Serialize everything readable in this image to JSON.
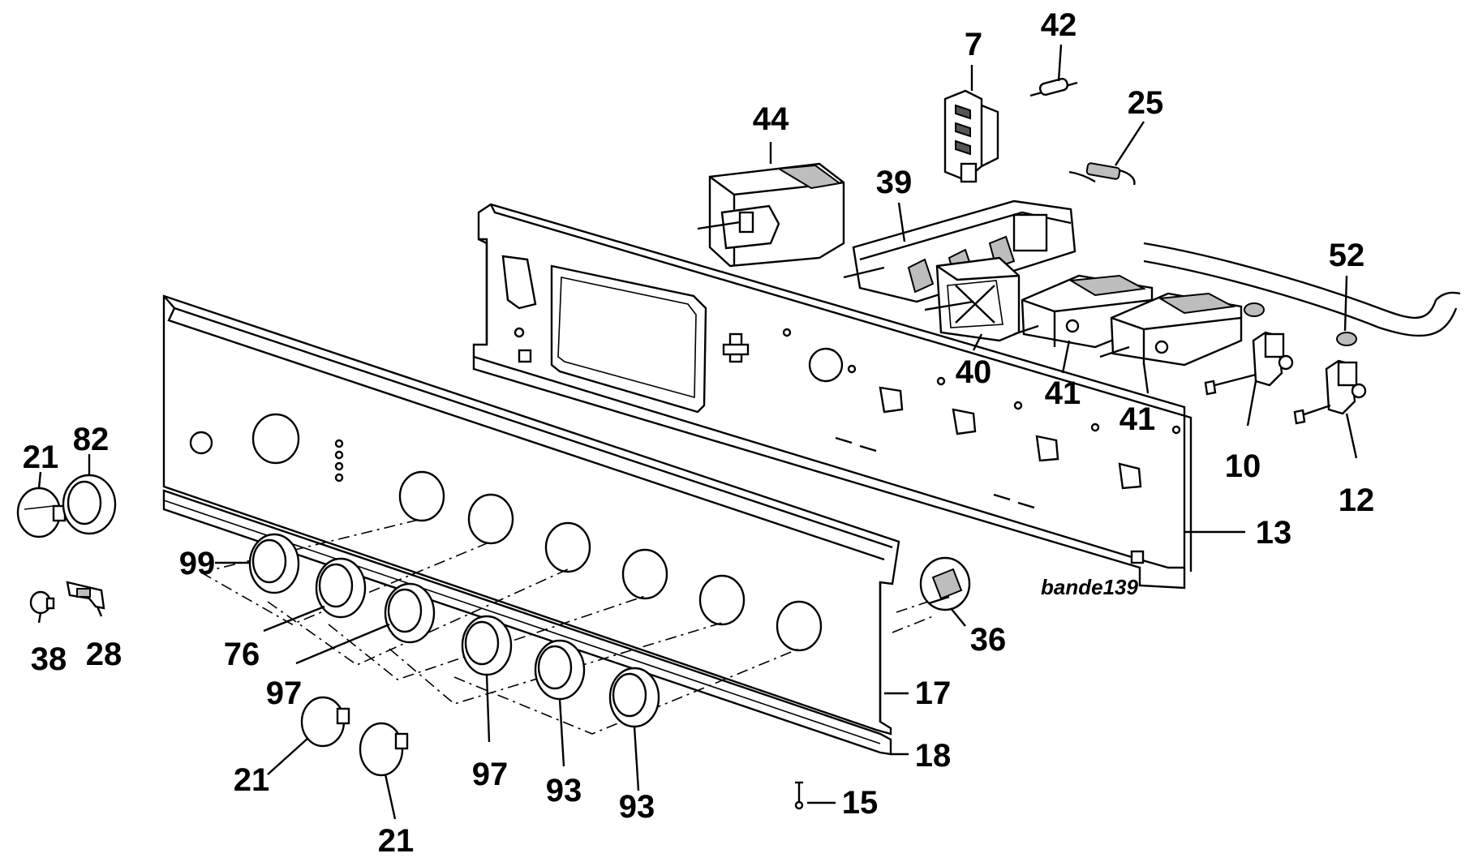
{
  "diagram": {
    "caption": "bande139",
    "callouts": [
      {
        "id": "c44",
        "text": "44"
      },
      {
        "id": "c7",
        "text": "7"
      },
      {
        "id": "c42",
        "text": "42"
      },
      {
        "id": "c25",
        "text": "25"
      },
      {
        "id": "c39",
        "text": "39"
      },
      {
        "id": "c52",
        "text": "52"
      },
      {
        "id": "c40",
        "text": "40"
      },
      {
        "id": "c41a",
        "text": "41"
      },
      {
        "id": "c41b",
        "text": "41"
      },
      {
        "id": "c10",
        "text": "10"
      },
      {
        "id": "c12",
        "text": "12"
      },
      {
        "id": "c13",
        "text": "13"
      },
      {
        "id": "c21a",
        "text": "21"
      },
      {
        "id": "c82",
        "text": "82"
      },
      {
        "id": "c99",
        "text": "99"
      },
      {
        "id": "c38",
        "text": "38"
      },
      {
        "id": "c28",
        "text": "28"
      },
      {
        "id": "c76",
        "text": "76"
      },
      {
        "id": "c97a",
        "text": "97"
      },
      {
        "id": "c36",
        "text": "36"
      },
      {
        "id": "c17",
        "text": "17"
      },
      {
        "id": "c18",
        "text": "18"
      },
      {
        "id": "c21b",
        "text": "21"
      },
      {
        "id": "c97b",
        "text": "97"
      },
      {
        "id": "c93a",
        "text": "93"
      },
      {
        "id": "c93b",
        "text": "93"
      },
      {
        "id": "c15",
        "text": "15"
      },
      {
        "id": "c21c",
        "text": "21"
      }
    ]
  }
}
